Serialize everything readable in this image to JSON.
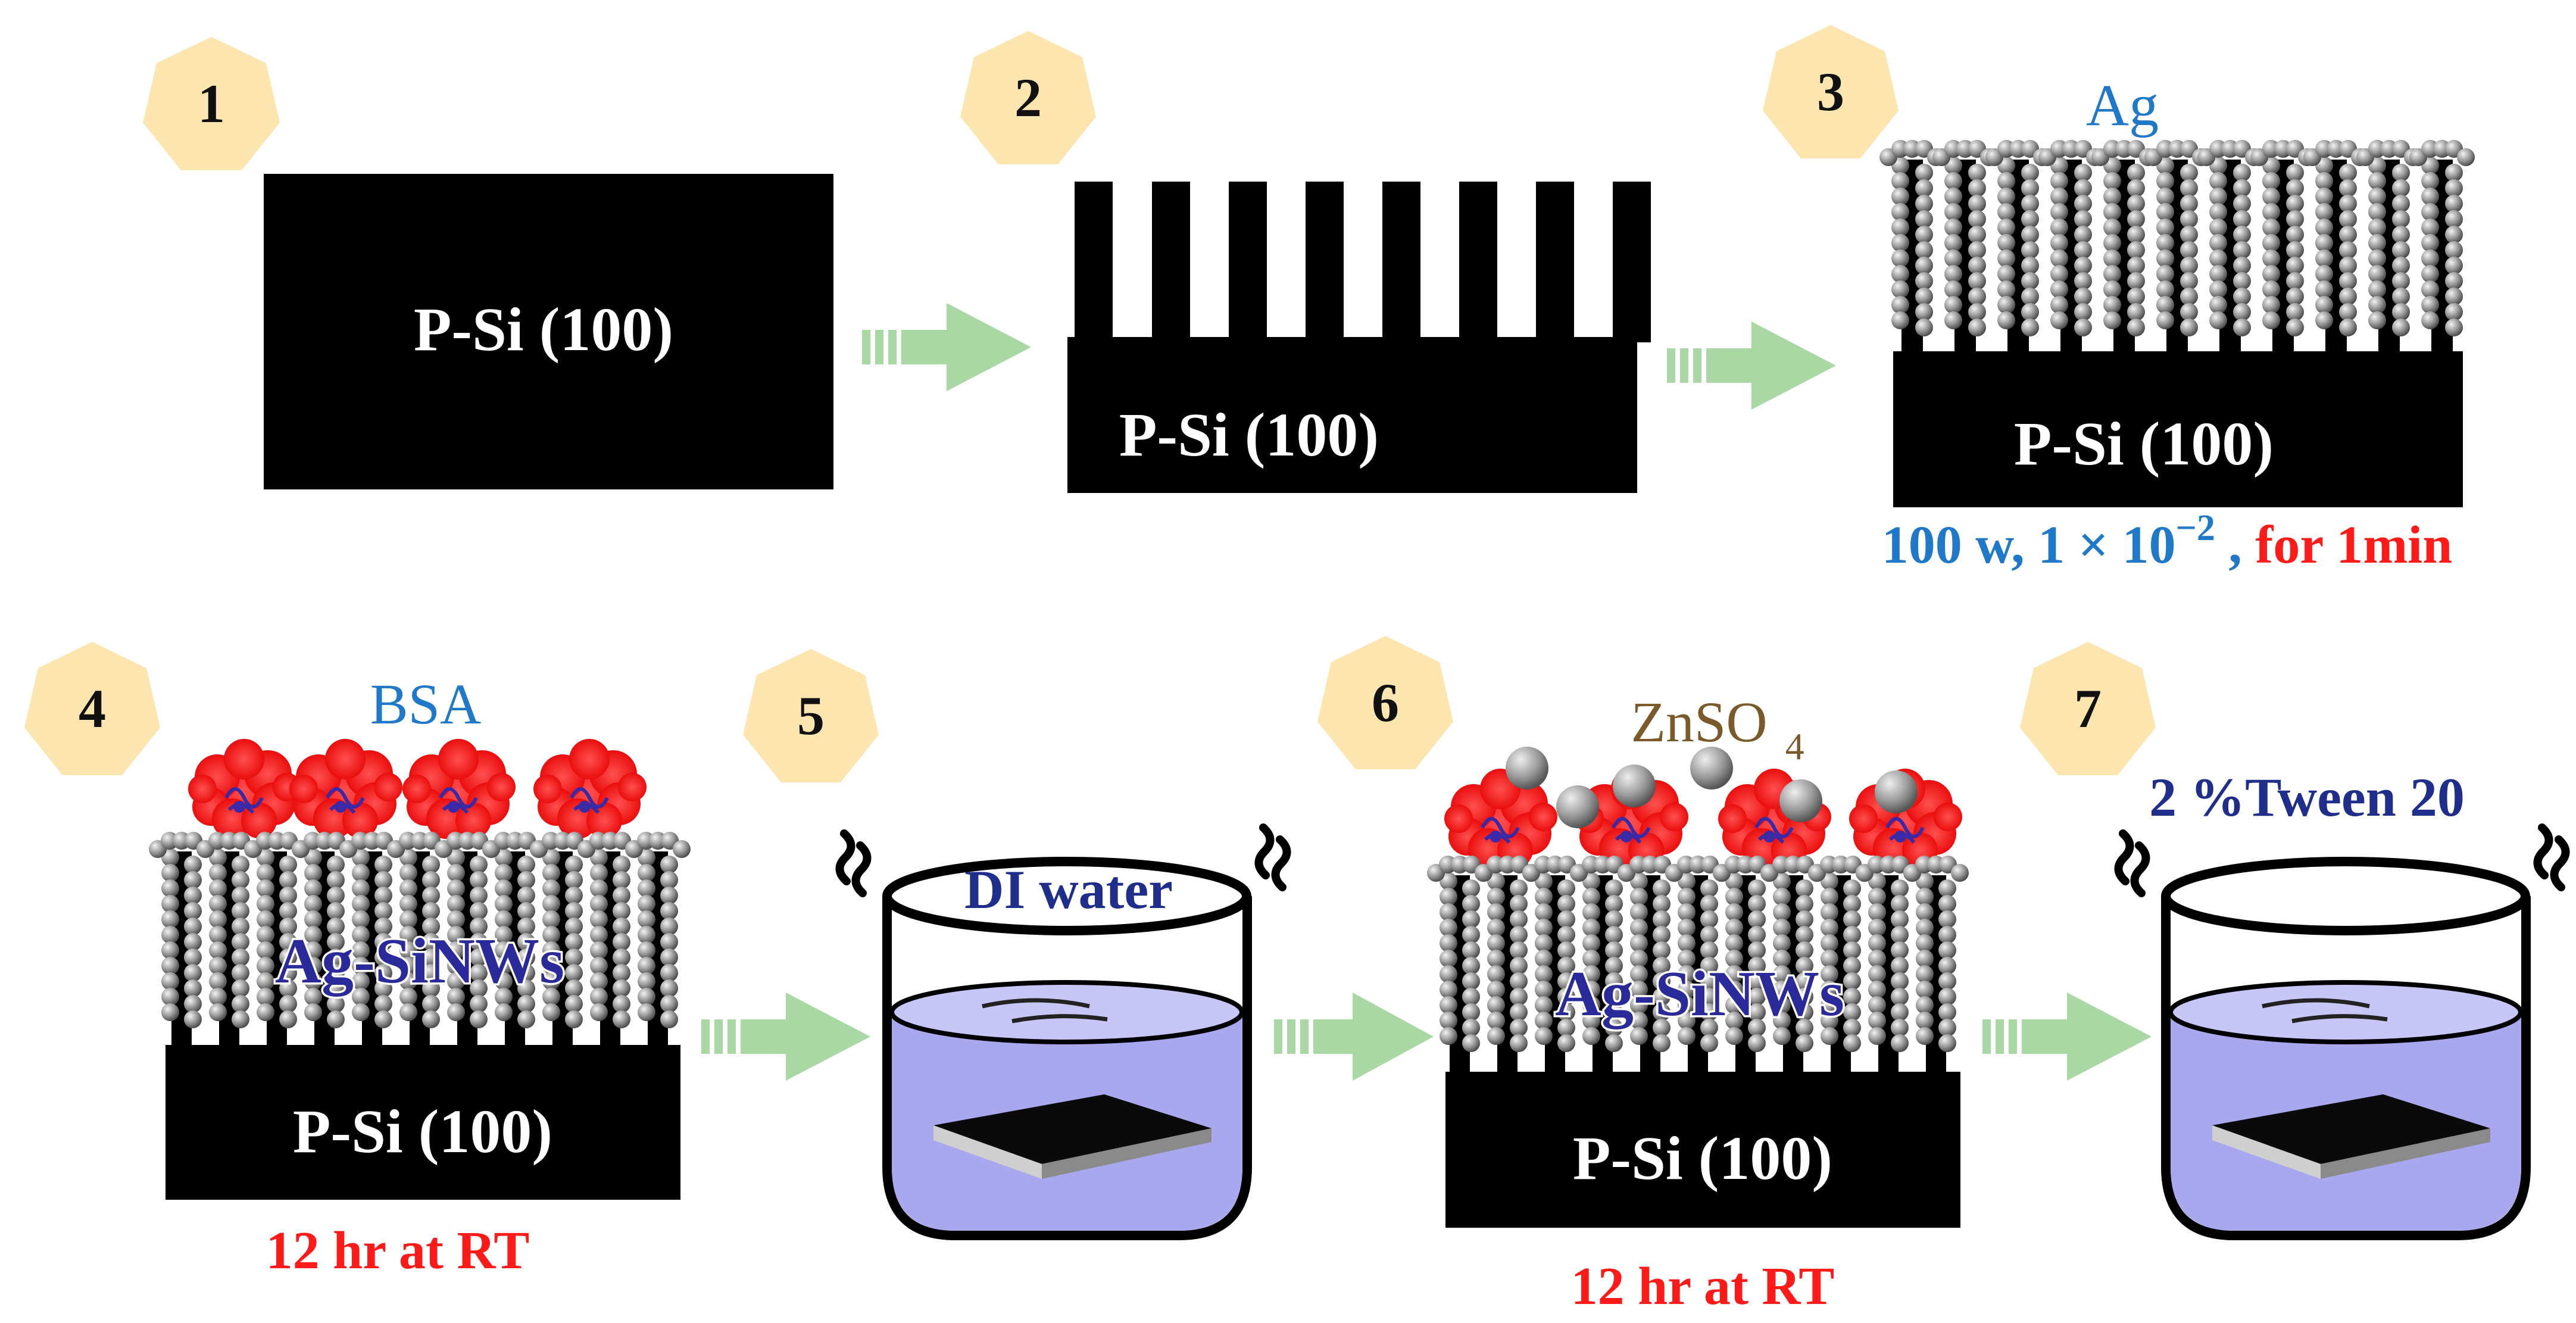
{
  "steps": {
    "s1": {
      "number": "1",
      "substrate": "P-Si (100)"
    },
    "s2": {
      "number": "2",
      "substrate": "P-Si (100)"
    },
    "s3": {
      "number": "3",
      "substrate": "P-Si (100)",
      "label": "Ag",
      "condition_a": "100 w, 1 × 10",
      "condition_exp": "−2",
      "condition_sep": " , ",
      "condition_b": "for 1min"
    },
    "s4": {
      "number": "4",
      "substrate": "P-Si (100)",
      "label": "BSA",
      "coating": "Ag-SiNWs",
      "time": "12 hr at RT"
    },
    "s5": {
      "number": "5",
      "label": "DI water"
    },
    "s6": {
      "number": "6",
      "substrate": "P-Si (100)",
      "label": "ZnSO",
      "label_sub": "4",
      "coating": "Ag-SiNWs",
      "time": "12 hr at RT"
    },
    "s7": {
      "number": "7",
      "label": "2 %Tween 20"
    }
  },
  "colors": {
    "badge": "#fde5b0",
    "arrow": "#a9d8a4",
    "silicon": "#000000",
    "silver": "#9a9a9a",
    "protein": "#ff1a1a",
    "solution": "#a9a8ef",
    "blue_text": "#1f78c8",
    "red_text": "#ff1a1a",
    "navy_text": "#1f2e8a",
    "zinc_text": "#7a5a2a"
  }
}
